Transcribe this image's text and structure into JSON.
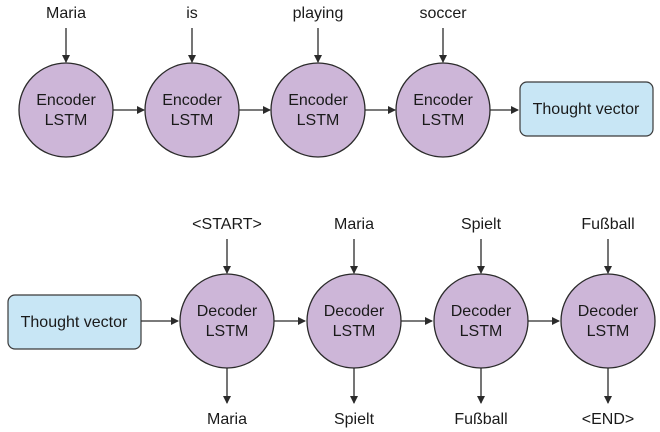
{
  "colors": {
    "node_fill": "#cdb6d8",
    "box_fill": "#c8e6f5",
    "stroke": "#2b2b2b"
  },
  "encoder": {
    "inputs": [
      "Maria",
      "is",
      "playing",
      "soccer"
    ],
    "node_line1": "Encoder",
    "node_line2": "LSTM",
    "thought_vector": "Thought vector"
  },
  "decoder": {
    "thought_vector": "Thought vector",
    "inputs": [
      "<START>",
      "Maria",
      "Spielt",
      "Fußball"
    ],
    "outputs": [
      "Maria",
      "Spielt",
      "Fußball",
      "<END>"
    ],
    "node_line1": "Decoder",
    "node_line2": "LSTM"
  }
}
